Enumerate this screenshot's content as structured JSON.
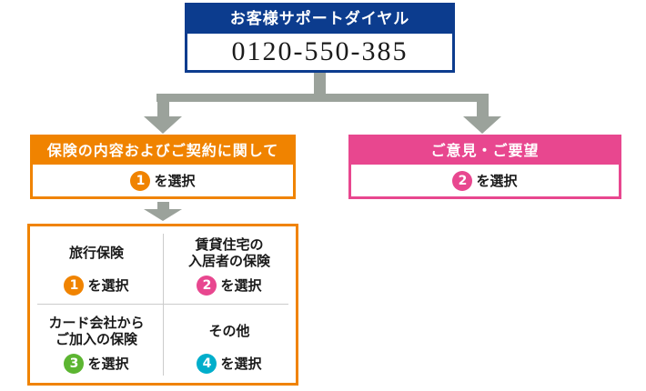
{
  "colors": {
    "blue": "#0c3c8e",
    "orange": "#f08300",
    "pink": "#e8478f",
    "green": "#5cb531",
    "teal": "#00aecb",
    "connector": "#9ba29b",
    "divider": "#cccccc"
  },
  "top_box": {
    "title": "お客様サポートダイヤル",
    "phone": "0120-550-385"
  },
  "branches": [
    {
      "title": "保険の内容およびご契約に関して",
      "key": "1",
      "suffix": "を選択",
      "color": "#f08300"
    },
    {
      "title": "ご意見・ご要望",
      "key": "2",
      "suffix": "を選択",
      "color": "#e8478f"
    }
  ],
  "submenu": [
    {
      "title_lines": [
        "旅行保険"
      ],
      "key": "1",
      "suffix": "を選択",
      "color": "#f08300"
    },
    {
      "title_lines": [
        "賃貸住宅の",
        "入居者の保険"
      ],
      "key": "2",
      "suffix": "を選択",
      "color": "#e8478f"
    },
    {
      "title_lines": [
        "カード会社から",
        "ご加入の保険"
      ],
      "key": "3",
      "suffix": "を選択",
      "color": "#5cb531"
    },
    {
      "title_lines": [
        "その他"
      ],
      "key": "4",
      "suffix": "を選択",
      "color": "#00aecb"
    }
  ]
}
